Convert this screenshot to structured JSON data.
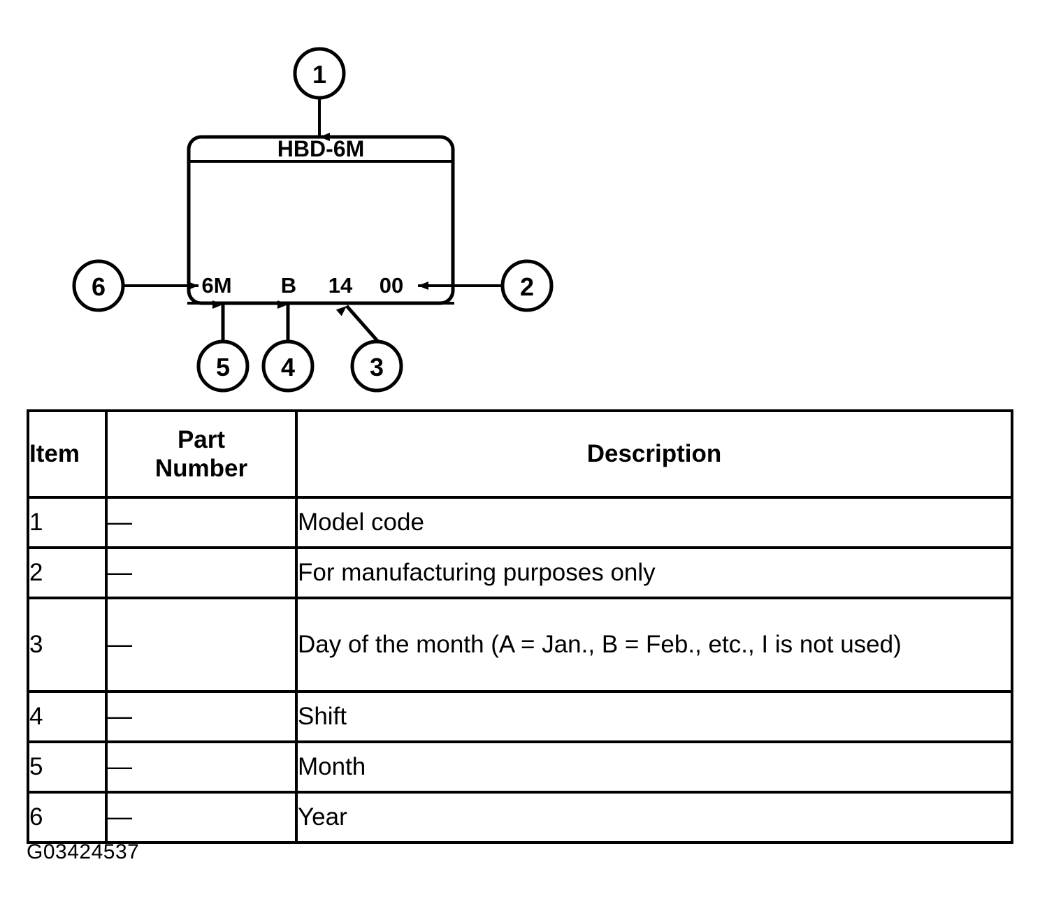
{
  "diagram": {
    "label_model_code": "HBD-6M",
    "code_segments": [
      {
        "id": "month",
        "text": "6M"
      },
      {
        "id": "shift",
        "text": "B"
      },
      {
        "id": "day",
        "text": "14"
      },
      {
        "id": "mfg",
        "text": "00"
      }
    ],
    "callouts": [
      {
        "id": "callout-1",
        "number": "1"
      },
      {
        "id": "callout-2",
        "number": "2"
      },
      {
        "id": "callout-3",
        "number": "3"
      },
      {
        "id": "callout-4",
        "number": "4"
      },
      {
        "id": "callout-5",
        "number": "5"
      },
      {
        "id": "callout-6",
        "number": "6"
      }
    ]
  },
  "table": {
    "headers": {
      "item": "Item",
      "part_number_line1": "Part",
      "part_number_line2": "Number",
      "description": "Description"
    },
    "rows": [
      {
        "item": "1",
        "part_number": "—",
        "description": "Model code"
      },
      {
        "item": "2",
        "part_number": "—",
        "description": "For manufacturing purposes only"
      },
      {
        "item": "3",
        "part_number": "—",
        "description": "Day of the month (A = Jan., B = Feb., etc., I is not used)"
      },
      {
        "item": "4",
        "part_number": "—",
        "description": "Shift"
      },
      {
        "item": "5",
        "part_number": "—",
        "description": "Month"
      },
      {
        "item": "6",
        "part_number": "—",
        "description": "Year"
      }
    ]
  },
  "footer": {
    "figure_code": "G03424537"
  },
  "colors": {
    "ink": "#000000",
    "paper": "#ffffff"
  }
}
